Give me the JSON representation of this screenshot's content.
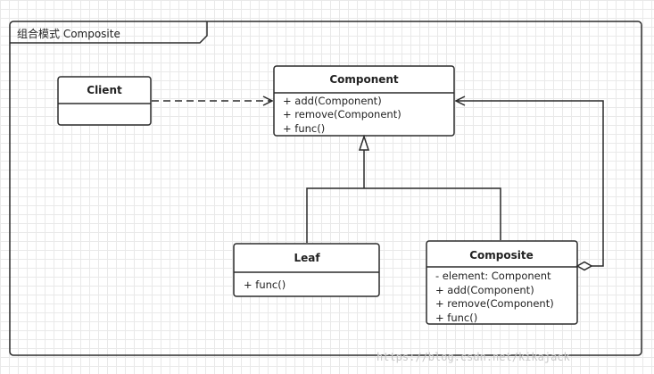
{
  "frame": {
    "title": "组合模式 Composite"
  },
  "classes": {
    "client": {
      "name": "Client",
      "members": []
    },
    "component": {
      "name": "Component",
      "members": [
        "+ add(Component)",
        "+ remove(Component)",
        "+ func()"
      ]
    },
    "leaf": {
      "name": "Leaf",
      "members": [
        "+ func()"
      ]
    },
    "composite": {
      "name": "Composite",
      "members": [
        "- element: Component",
        "+ add(Component)",
        "+ remove(Component)",
        "+ func()"
      ]
    }
  },
  "relationships": [
    {
      "from": "Client",
      "to": "Component",
      "type": "dependency"
    },
    {
      "from": "Leaf",
      "to": "Component",
      "type": "generalization"
    },
    {
      "from": "Composite",
      "to": "Component",
      "type": "generalization"
    },
    {
      "from": "Composite",
      "to": "Component",
      "type": "aggregation"
    }
  ],
  "watermark": "https://blog.csdn.net/kikajack",
  "colors": {
    "line": "#2b2b2b",
    "background": "#ffffff",
    "grid": "#e9e9e9"
  }
}
